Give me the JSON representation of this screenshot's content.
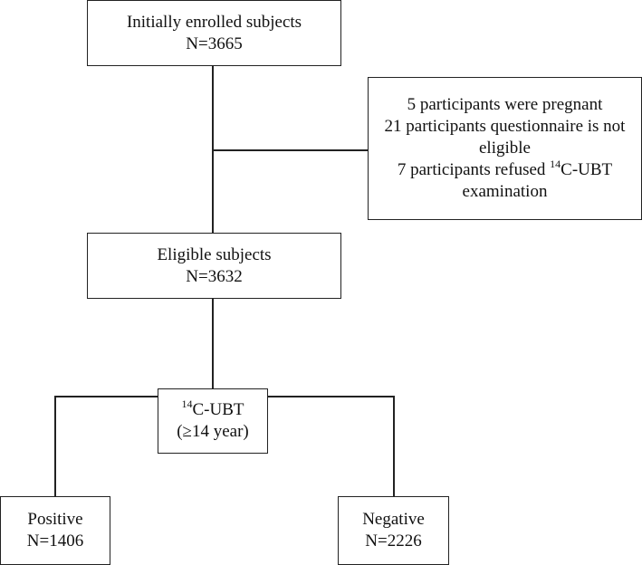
{
  "enrolled": {
    "title": "Initially enrolled subjects",
    "count": "N=3665"
  },
  "exclusion": {
    "line1": "5 participants were pregnant",
    "line2": "21 participants questionnaire is not",
    "line3": "eligible",
    "line4_prefix": "7 participants refused ",
    "line4_sup": "14",
    "line4_suffix": "C-UBT",
    "line5": "examination"
  },
  "eligible": {
    "title": "Eligible subjects",
    "count": "N=3632"
  },
  "test": {
    "sup": "14",
    "label": "C-UBT",
    "age": "(≥14 year)"
  },
  "positive": {
    "title": "Positive",
    "count": "N=1406"
  },
  "negative": {
    "title": "Negative",
    "count": "N=2226"
  }
}
